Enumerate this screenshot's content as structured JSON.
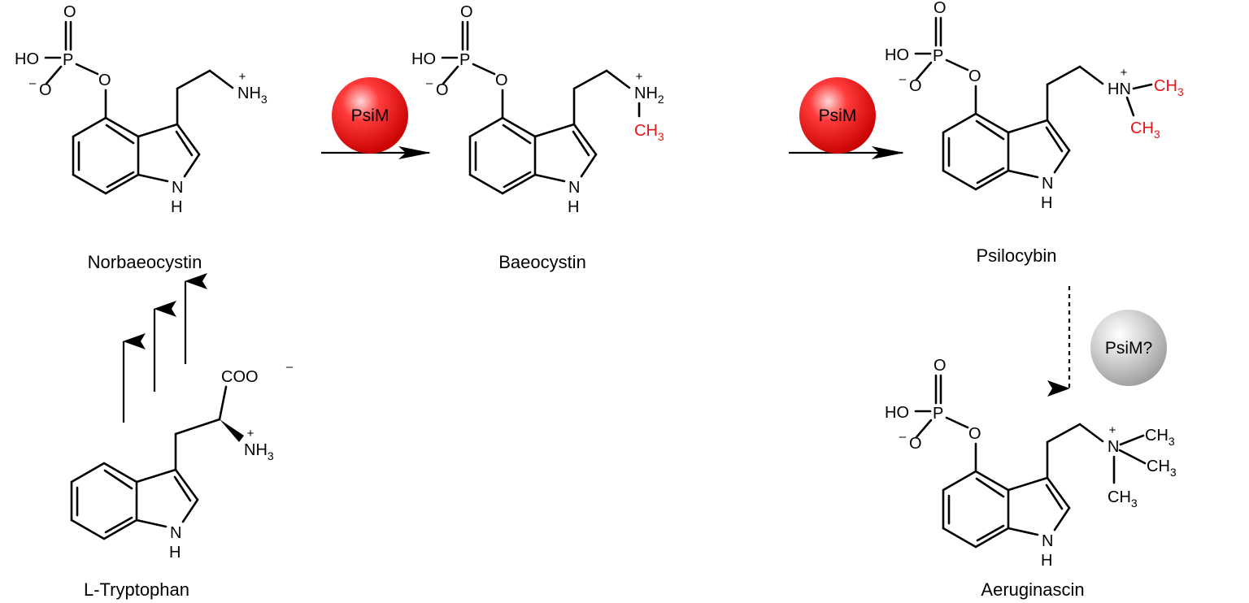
{
  "compounds": {
    "norbaeocystin": "Norbaeocystin",
    "baeocystin": "Baeocystin",
    "psilocybin": "Psilocybin",
    "aeruginascin": "Aeruginascin",
    "tryptophan": "L-Tryptophan"
  },
  "enzymes": {
    "step1": "PsiM",
    "step2": "PsiM",
    "step3": "PsiM?"
  },
  "atoms": {
    "o": "O",
    "ho": "HO",
    "p": "P",
    "minus": "–",
    "plus": "+",
    "n": "N",
    "h": "H",
    "hn": "HN",
    "ch": "CH",
    "nh": "NH",
    "coo": "COO",
    "three": "3",
    "two": "2"
  },
  "colors": {
    "enzyme_active": "#e8141a",
    "enzyme_uncertain": "#b5b5b5",
    "methyl_highlight": "#e8141a"
  }
}
